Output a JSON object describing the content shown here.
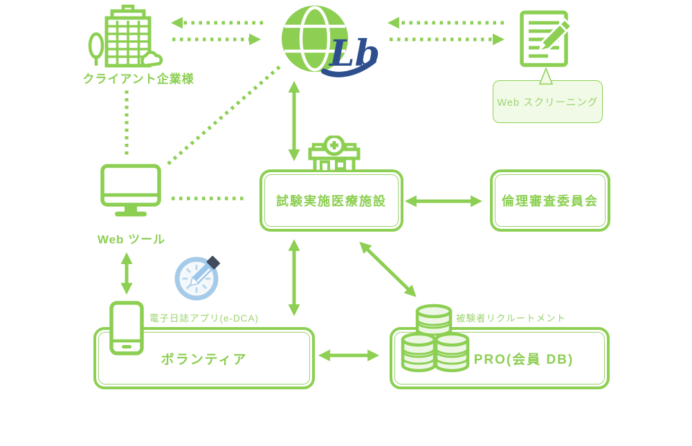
{
  "colors": {
    "accent_green": "#8ccf52",
    "soft_green": "#9bd36e",
    "light_green_fill": "#f1fae7",
    "db_fill": "#eef7e6",
    "logo_navy": "#2d4f8e",
    "clock_ring_blue": "#a6cbe9",
    "pencil_blue": "#9cc7ea",
    "pencil_cap_dark": "#404b5e"
  },
  "nodes": {
    "client": {
      "label": "クライアント企業様"
    },
    "portal": {
      "logo": "Lb"
    },
    "screening": {
      "label": "Web スクリーニング"
    },
    "facility": {
      "label": "試験実施医療施設"
    },
    "ethics": {
      "label": "倫理審査委員会"
    },
    "webtool": {
      "label": "Web ツール"
    },
    "ediary": {
      "label": "電子日誌アプリ(e-DCA)"
    },
    "volunteer": {
      "label": "ボランティア"
    },
    "recruitment": {
      "label": "被験者リクルートメント"
    },
    "pro": {
      "label": "PRO(会員 DB)"
    }
  }
}
